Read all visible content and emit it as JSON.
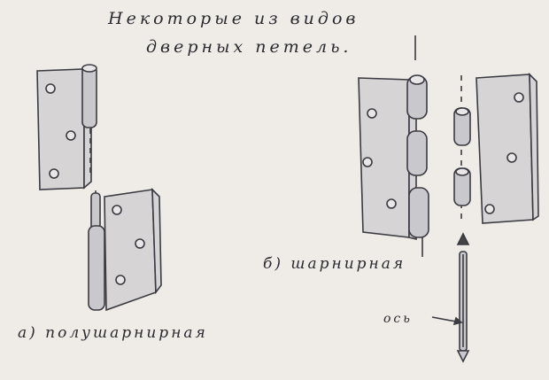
{
  "title": {
    "line1": "Некоторые из видов",
    "line2": "дверных петель."
  },
  "labels": {
    "a": "а) полушарнирная",
    "b": "б) шарнирная",
    "axis": "ось"
  },
  "colors": {
    "paper": "#efece8",
    "ink": "#3a3a40",
    "metal": "#d6d4d4"
  }
}
